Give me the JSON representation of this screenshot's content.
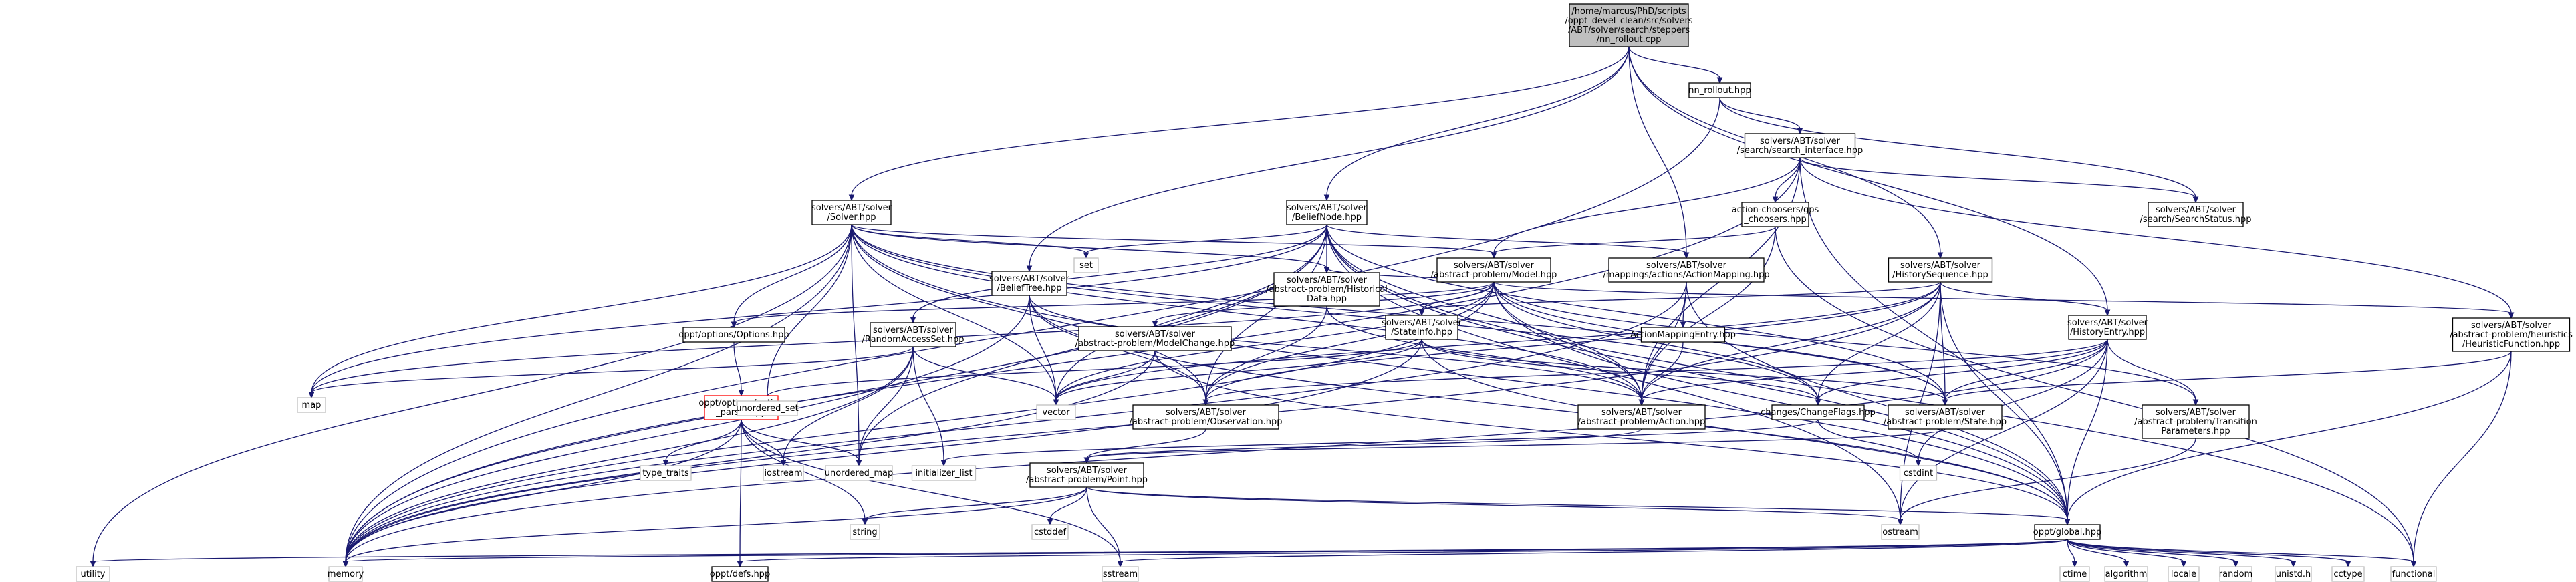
{
  "title_lines": [
    "/home/marcus/PhD/scripts",
    "/oppt_devel_clean/src/solvers",
    "/ABT/solver/search/steppers",
    "/nn_rollout.cpp"
  ],
  "nodes": {
    "root": [
      "/home/marcus/PhD/scripts",
      "/oppt_devel_clean/src/solvers",
      "/ABT/solver/search/steppers",
      "/nn_rollout.cpp"
    ],
    "nn_rollout": [
      "nn_rollout.hpp"
    ],
    "search_interface": [
      "solvers/ABT/solver",
      "/search/search_interface.hpp"
    ],
    "solver": [
      "solvers/ABT/solver",
      "/Solver.hpp"
    ],
    "beliefnode": [
      "solvers/ABT/solver",
      "/BeliefNode.hpp"
    ],
    "action_choosers": [
      "action-choosers/gps",
      "_choosers.hpp"
    ],
    "searchstatus": [
      "solvers/ABT/solver",
      "/search/SearchStatus.hpp"
    ],
    "set": [
      "set"
    ],
    "model": [
      "solvers/ABT/solver",
      "/abstract-problem/Model.hpp"
    ],
    "actionmapping": [
      "solvers/ABT/solver",
      "/mappings/actions/ActionMapping.hpp"
    ],
    "historysequence": [
      "solvers/ABT/solver",
      "/HistorySequence.hpp"
    ],
    "options": [
      "oppt/options/Options.hpp"
    ],
    "randomaccessset": [
      "solvers/ABT/solver",
      "/RandomAccessSet.hpp"
    ],
    "modelchange": [
      "solvers/ABT/solver",
      "/abstract-problem/ModelChange.hpp"
    ],
    "belieftree": [
      "solvers/ABT/solver",
      "/BeliefTree.hpp"
    ],
    "historicaldata": [
      "solvers/ABT/solver",
      "/abstract-problem/Historical",
      "Data.hpp"
    ],
    "stateinfo": [
      "solvers/ABT/solver",
      "/StateInfo.hpp"
    ],
    "actionmappingentry": [
      "ActionMappingEntry.hpp"
    ],
    "historyentry": [
      "solvers/ABT/solver",
      "/HistoryEntry.hpp"
    ],
    "heuristicfunction": [
      "solvers/ABT/solver",
      "/abstract-problem/heuristics",
      "/HeuristicFunction.hpp"
    ],
    "option_parser": [
      "oppt/options/option",
      "_parser.hpp"
    ],
    "map": [
      "map"
    ],
    "unordered_set": [
      "unordered_set"
    ],
    "vector": [
      "vector"
    ],
    "observation": [
      "solvers/ABT/solver",
      "/abstract-problem/Observation.hpp"
    ],
    "action": [
      "solvers/ABT/solver",
      "/abstract-problem/Action.hpp"
    ],
    "changeflags": [
      "changes/ChangeFlags.hpp"
    ],
    "state": [
      "solvers/ABT/solver",
      "/abstract-problem/State.hpp"
    ],
    "transitionparams": [
      "solvers/ABT/solver",
      "/abstract-problem/Transition",
      "Parameters.hpp"
    ],
    "type_traits": [
      "type_traits"
    ],
    "iostream": [
      "iostream"
    ],
    "unordered_map": [
      "unordered_map"
    ],
    "initializer_list": [
      "initializer_list"
    ],
    "point": [
      "solvers/ABT/solver",
      "/abstract-problem/Point.hpp"
    ],
    "cstdint": [
      "cstdint"
    ],
    "string": [
      "string"
    ],
    "cstddef": [
      "cstddef"
    ],
    "ostream": [
      "ostream"
    ],
    "global": [
      "oppt/global.hpp"
    ],
    "utility": [
      "utility"
    ],
    "memory": [
      "memory"
    ],
    "defs": [
      "oppt/defs.hpp"
    ],
    "sstream": [
      "sstream"
    ],
    "ctime": [
      "ctime"
    ],
    "algorithm": [
      "algorithm"
    ],
    "locale": [
      "locale"
    ],
    "random": [
      "random"
    ],
    "unistd": [
      "unistd.h"
    ],
    "cctype": [
      "cctype"
    ],
    "functional": [
      "functional"
    ]
  },
  "edges": [
    [
      "root",
      "nn_rollout"
    ],
    [
      "root",
      "solver"
    ],
    [
      "root",
      "beliefnode"
    ],
    [
      "root",
      "belieftree"
    ],
    [
      "root",
      "actionmapping"
    ],
    [
      "root",
      "historyentry"
    ],
    [
      "root",
      "historysequence"
    ],
    [
      "nn_rollout",
      "search_interface"
    ],
    [
      "nn_rollout",
      "searchstatus"
    ],
    [
      "nn_rollout",
      "memory"
    ],
    [
      "search_interface",
      "model"
    ],
    [
      "search_interface",
      "action_choosers"
    ],
    [
      "search_interface",
      "searchstatus"
    ],
    [
      "search_interface",
      "heuristicfunction"
    ],
    [
      "search_interface",
      "global"
    ],
    [
      "search_interface",
      "memory"
    ],
    [
      "search_interface",
      "action"
    ],
    [
      "solver",
      "options"
    ],
    [
      "solver",
      "model"
    ],
    [
      "solver",
      "set"
    ],
    [
      "solver",
      "map"
    ],
    [
      "solver",
      "vector"
    ],
    [
      "solver",
      "memory"
    ],
    [
      "solver",
      "utility"
    ],
    [
      "solver",
      "unordered_map"
    ],
    [
      "solver",
      "unordered_set"
    ],
    [
      "solver",
      "action"
    ],
    [
      "solver",
      "observation"
    ],
    [
      "solver",
      "state"
    ],
    [
      "solver",
      "global"
    ],
    [
      "solver",
      "changeflags"
    ],
    [
      "solver",
      "historicaldata"
    ],
    [
      "beliefnode",
      "set"
    ],
    [
      "beliefnode",
      "map"
    ],
    [
      "beliefnode",
      "vector"
    ],
    [
      "beliefnode",
      "memory"
    ],
    [
      "beliefnode",
      "unordered_map"
    ],
    [
      "beliefnode",
      "randomaccessset"
    ],
    [
      "beliefnode",
      "historicaldata"
    ],
    [
      "beliefnode",
      "action"
    ],
    [
      "beliefnode",
      "observation"
    ],
    [
      "beliefnode",
      "state"
    ],
    [
      "beliefnode",
      "global"
    ],
    [
      "beliefnode",
      "actionmapping"
    ],
    [
      "beliefnode",
      "functional"
    ],
    [
      "beliefnode",
      "ostream"
    ],
    [
      "action_choosers",
      "model"
    ],
    [
      "action_choosers",
      "action"
    ],
    [
      "action_choosers",
      "functional"
    ],
    [
      "model",
      "modelchange"
    ],
    [
      "model",
      "stateinfo"
    ],
    [
      "model",
      "heuristicfunction"
    ],
    [
      "model",
      "historicaldata"
    ],
    [
      "model",
      "transitionparams"
    ],
    [
      "model",
      "action"
    ],
    [
      "model",
      "observation"
    ],
    [
      "model",
      "state"
    ],
    [
      "model",
      "global"
    ],
    [
      "model",
      "options"
    ],
    [
      "model",
      "memory"
    ],
    [
      "model",
      "vector"
    ],
    [
      "model",
      "map"
    ],
    [
      "model",
      "changeflags"
    ],
    [
      "actionmapping",
      "actionmappingentry"
    ],
    [
      "actionmapping",
      "action"
    ],
    [
      "actionmapping",
      "global"
    ],
    [
      "actionmapping",
      "memory"
    ],
    [
      "historysequence",
      "historyentry"
    ],
    [
      "historysequence",
      "stateinfo"
    ],
    [
      "historysequence",
      "changeflags"
    ],
    [
      "historysequence",
      "observation"
    ],
    [
      "historysequence",
      "action"
    ],
    [
      "historysequence",
      "state"
    ],
    [
      "historysequence",
      "global"
    ],
    [
      "historysequence",
      "ostream"
    ],
    [
      "historysequence",
      "memory"
    ],
    [
      "historysequence",
      "vector"
    ],
    [
      "options",
      "option_parser"
    ],
    [
      "randomaccessset",
      "unordered_map"
    ],
    [
      "randomaccessset",
      "vector"
    ],
    [
      "randomaccessset",
      "iostream"
    ],
    [
      "randomaccessset",
      "initializer_list"
    ],
    [
      "randomaccessset",
      "map"
    ],
    [
      "randomaccessset",
      "memory"
    ],
    [
      "modelchange",
      "vector"
    ],
    [
      "modelchange",
      "global"
    ],
    [
      "modelchange",
      "memory"
    ],
    [
      "belieftree",
      "vector"
    ],
    [
      "belieftree",
      "memory"
    ],
    [
      "belieftree",
      "action"
    ],
    [
      "belieftree",
      "observation"
    ],
    [
      "belieftree",
      "global"
    ],
    [
      "historicaldata",
      "observation"
    ],
    [
      "historicaldata",
      "action"
    ],
    [
      "stateinfo",
      "unordered_set"
    ],
    [
      "stateinfo",
      "vector"
    ],
    [
      "stateinfo",
      "memory"
    ],
    [
      "stateinfo",
      "changeflags"
    ],
    [
      "stateinfo",
      "state"
    ],
    [
      "stateinfo",
      "global"
    ],
    [
      "actionmappingentry",
      "action"
    ],
    [
      "historyentry",
      "changeflags"
    ],
    [
      "historyentry",
      "state"
    ],
    [
      "historyentry",
      "observation"
    ],
    [
      "historyentry",
      "action"
    ],
    [
      "historyentry",
      "transitionparams"
    ],
    [
      "historyentry",
      "global"
    ],
    [
      "historyentry",
      "cstdint"
    ],
    [
      "historyentry",
      "memory"
    ],
    [
      "historyentry",
      "ostream"
    ],
    [
      "heuristicfunction",
      "global"
    ],
    [
      "heuristicfunction",
      "functional"
    ],
    [
      "heuristicfunction",
      "state"
    ],
    [
      "option_parser",
      "type_traits"
    ],
    [
      "option_parser",
      "iostream"
    ],
    [
      "option_parser",
      "unordered_map"
    ],
    [
      "option_parser",
      "memory"
    ],
    [
      "option_parser",
      "string"
    ],
    [
      "option_parser",
      "sstream"
    ],
    [
      "option_parser",
      "defs"
    ],
    [
      "observation",
      "point"
    ],
    [
      "action",
      "point"
    ],
    [
      "changeflags",
      "cstdint"
    ],
    [
      "changeflags",
      "initializer_list"
    ],
    [
      "state",
      "point"
    ],
    [
      "transitionparams",
      "ostream"
    ],
    [
      "point",
      "global"
    ],
    [
      "point",
      "cstddef"
    ],
    [
      "point",
      "string"
    ],
    [
      "point",
      "sstream"
    ],
    [
      "point",
      "memory"
    ],
    [
      "point",
      "ostream"
    ],
    [
      "global",
      "utility"
    ],
    [
      "global",
      "memory"
    ],
    [
      "global",
      "defs"
    ],
    [
      "global",
      "sstream"
    ],
    [
      "global",
      "ctime"
    ],
    [
      "global",
      "algorithm"
    ],
    [
      "global",
      "locale"
    ],
    [
      "global",
      "random"
    ],
    [
      "global",
      "unistd"
    ],
    [
      "global",
      "cctype"
    ],
    [
      "global",
      "functional"
    ]
  ]
}
